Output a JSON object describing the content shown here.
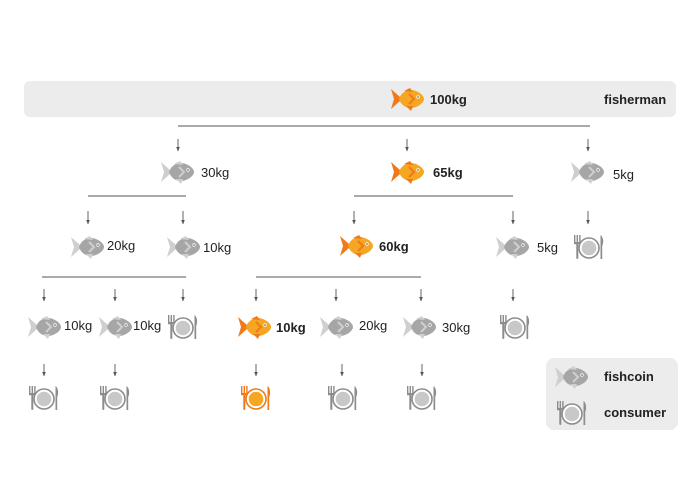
{
  "banner": {
    "amount": "100kg",
    "role": "fisherman"
  },
  "level1": [
    {
      "amount": "30kg"
    },
    {
      "amount": "65kg"
    },
    {
      "amount": "5kg"
    }
  ],
  "level2": [
    {
      "amount": "20kg"
    },
    {
      "amount": "10kg"
    },
    {
      "amount": "60kg"
    },
    {
      "amount": "5kg"
    }
  ],
  "level3": [
    {
      "amount": "10kg"
    },
    {
      "amount": "10kg"
    },
    {
      "amount": "10kg"
    },
    {
      "amount": "20kg"
    },
    {
      "amount": "30kg"
    }
  ],
  "legend": {
    "fish_label": "fishcoin",
    "plate_label": "consumer"
  },
  "colors": {
    "highlight_primary": "#f5a623",
    "highlight_secondary": "#f07a1a",
    "fish_gray": "#a6a6a6",
    "fish_light": "#cfcfcf",
    "plate_gray": "#8c8c8c",
    "plate_fill_gray": "#c8c8c8",
    "plate_fill_orange": "#f5a623",
    "banner_bg": "#ececec",
    "line": "#555555"
  },
  "icons": {
    "fish": "fish-icon",
    "plate": "plate-icon"
  }
}
